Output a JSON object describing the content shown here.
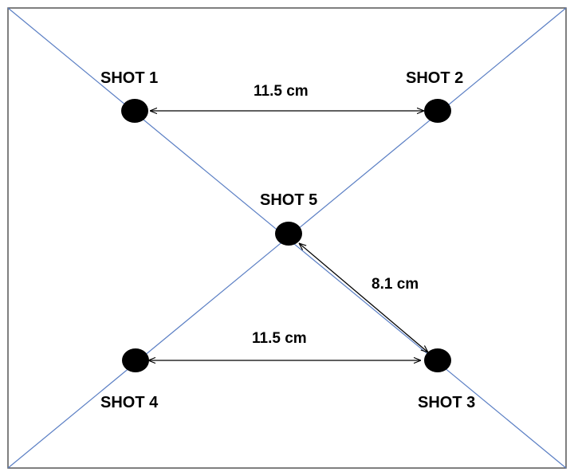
{
  "shots": [
    {
      "id": "shot-1",
      "label": "SHOT 1"
    },
    {
      "id": "shot-2",
      "label": "SHOT 2"
    },
    {
      "id": "shot-3",
      "label": "SHOT 3"
    },
    {
      "id": "shot-4",
      "label": "SHOT 4"
    },
    {
      "id": "shot-5",
      "label": "SHOT 5"
    }
  ],
  "measurements": [
    {
      "from": "shot-1",
      "to": "shot-2",
      "label": "11.5 cm"
    },
    {
      "from": "shot-5",
      "to": "shot-3",
      "label": "8.1 cm"
    },
    {
      "from": "shot-4",
      "to": "shot-3",
      "label": "11.5 cm"
    }
  ],
  "colors": {
    "frame": "#555555",
    "diagonal": "#5b7fc4",
    "arrow": "#000000",
    "marker": "#000000"
  }
}
